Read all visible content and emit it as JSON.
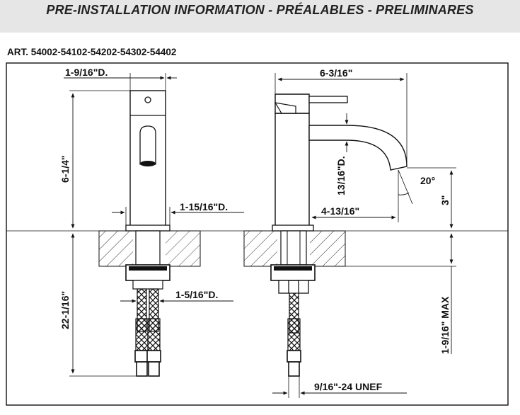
{
  "header": {
    "title": "PRE-INSTALLATION INFORMATION - PRÉALABLES - PRELIMINARES"
  },
  "article": "ART. 54002-54102-54202-54302-54402",
  "dimensions": {
    "top_diameter": "1-9/16\"D.",
    "faucet_height": "6-1/4\"",
    "base_diameter": "1-15/16\"D.",
    "below_counter": "22-1/16\"",
    "hose_diameter": "1-5/16\"D.",
    "total_reach": "6-3/16\"",
    "spout_diameter": "13/16\"D.",
    "spout_angle": "20°",
    "spout_clearance": "3\"",
    "spout_reach": "4-13/16\"",
    "max_counter": "1-9/16\" MAX",
    "thread": "9/16\"-24 UNEF"
  }
}
